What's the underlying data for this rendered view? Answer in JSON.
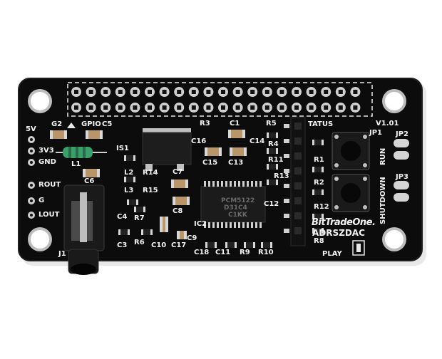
{
  "board": {
    "colors": {
      "pcb": "#0c0c0c",
      "silkscreen": "#f2f2f2",
      "copper": "#cfcfcf",
      "smd_cap": "#b8966a",
      "resistor_band": "#3aa06a",
      "jack": "#1a1a1a"
    },
    "labels": {
      "gpio": "GPIO",
      "version": "V1.01",
      "status": "TATUS",
      "play": "PLAY",
      "run": "RUN",
      "shutdown": "SHUTDOWN",
      "brand": "BitTradeOne.",
      "model": "ADRSZDAC",
      "chip_line1": "PCM5122",
      "chip_line2": "D31C4",
      "chip_line3": "C1KK"
    },
    "edge_pins": [
      "5V",
      "3V3",
      "GND",
      "ROUT",
      "G",
      "LOUT"
    ],
    "designators": [
      "G2",
      "C5",
      "R3",
      "C1",
      "R5",
      "C16",
      "C14",
      "R4",
      "C15",
      "C13",
      "R11",
      "IS1",
      "L1",
      "L2",
      "R14",
      "C7",
      "L3",
      "R15",
      "C6",
      "C8",
      "C4",
      "R7",
      "C12",
      "IC2",
      "C3",
      "R6",
      "C10",
      "C17",
      "C9",
      "C18",
      "C11",
      "R9",
      "R10",
      "R13",
      "JP1",
      "JP2",
      "JP3",
      "R1",
      "R2",
      "R12",
      "R8",
      "J1"
    ],
    "icons": {
      "mounting_hole": "mounting-hole-icon",
      "button": "tactile-button-icon",
      "jack": "audio-jack-icon"
    }
  }
}
